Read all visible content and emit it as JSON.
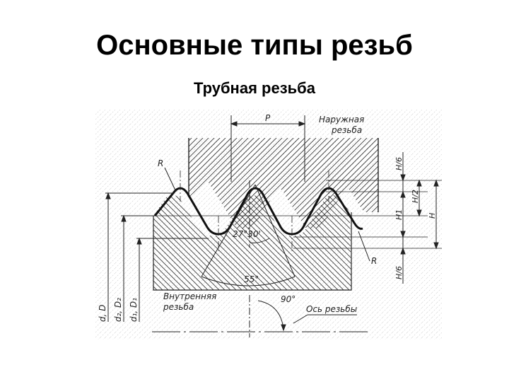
{
  "slide": {
    "title": "Основные типы резьб",
    "subtitle": "Трубная резьба"
  },
  "drawing": {
    "labels": {
      "pitch": "P",
      "external_thread": [
        "Наружная",
        "резьба"
      ],
      "internal_thread": [
        "Внутренняя",
        "резьба"
      ],
      "radius_top": "R",
      "radius_bottom": "R",
      "half_angle": "27°30'",
      "thread_angle": "55°",
      "right_angle": "90°",
      "axis": "Ось резьбы",
      "dim_h6_top": "H/6",
      "dim_h2": "H/2",
      "dim_h1": "H1",
      "dim_h": "H",
      "dim_h6_bottom": "H/6",
      "diam_major": "d, D",
      "diam_pitch": "d₂, D₂",
      "diam_minor": "d₁, D₁"
    }
  }
}
